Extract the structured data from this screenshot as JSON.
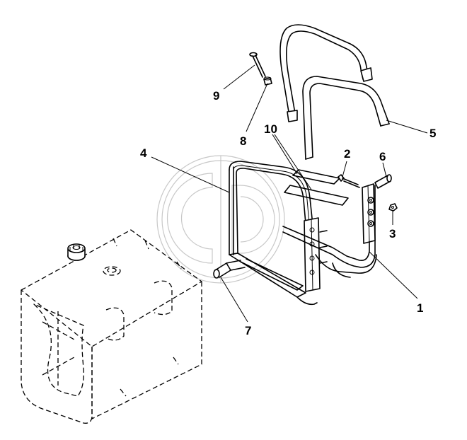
{
  "diagram": {
    "callouts": [
      {
        "id": "1",
        "label": "1"
      },
      {
        "id": "2",
        "label": "2"
      },
      {
        "id": "3",
        "label": "3"
      },
      {
        "id": "4",
        "label": "4"
      },
      {
        "id": "5",
        "label": "5"
      },
      {
        "id": "6",
        "label": "6"
      },
      {
        "id": "7",
        "label": "7"
      },
      {
        "id": "8",
        "label": "8"
      },
      {
        "id": "9",
        "label": "9"
      },
      {
        "id": "10",
        "label": "10"
      }
    ],
    "colors": {
      "line": "#000000",
      "watermark": "#c8c8c8",
      "background": "#ffffff"
    }
  }
}
